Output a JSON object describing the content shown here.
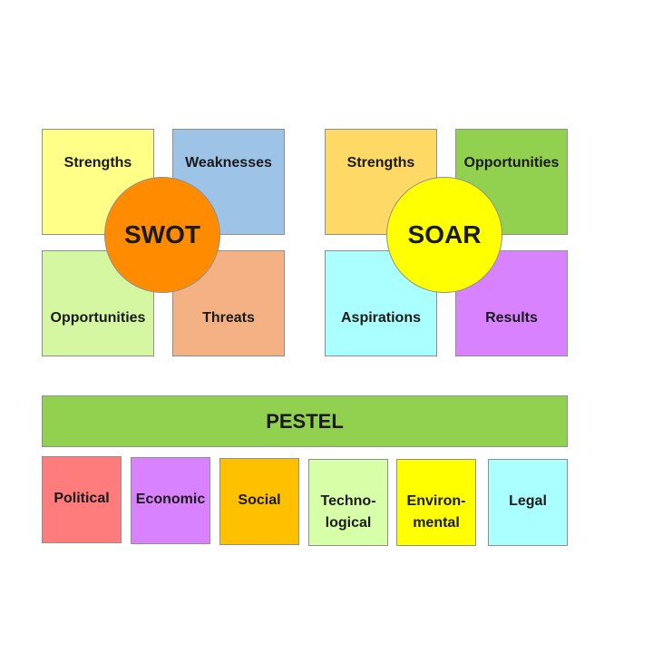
{
  "swot": {
    "title": "SWOT",
    "strengths": "Strengths",
    "weaknesses": "Weaknesses",
    "opportunities": "Opportunities",
    "threats": "Threats",
    "colors": {
      "strengths": "#ffff88",
      "weaknesses": "#9dc3e6",
      "opportunities": "#d6f7a2",
      "threats": "#f4b183",
      "circle": "#ff8c00"
    }
  },
  "soar": {
    "title": "SOAR",
    "strengths": "Strengths",
    "opportunities": "Opportunities",
    "aspirations": "Aspirations",
    "results": "Results",
    "colors": {
      "strengths": "#ffd966",
      "opportunities": "#92d050",
      "aspirations": "#aaffff",
      "results": "#d882ff",
      "circle": "#ffff00"
    }
  },
  "pestel": {
    "title": "PESTEL",
    "banner_color": "#92d050",
    "items": [
      {
        "line1": "Political",
        "line2": "",
        "color": "#ff7c7c"
      },
      {
        "line1": "Economic",
        "line2": "",
        "color": "#d882ff"
      },
      {
        "line1": "Social",
        "line2": "",
        "color": "#ffc000"
      },
      {
        "line1": "Techno-",
        "line2": "logical",
        "color": "#d6ffa8"
      },
      {
        "line1": "Environ-",
        "line2": "mental",
        "color": "#ffff00"
      },
      {
        "line1": "Legal",
        "line2": "",
        "color": "#aaffff"
      }
    ]
  }
}
